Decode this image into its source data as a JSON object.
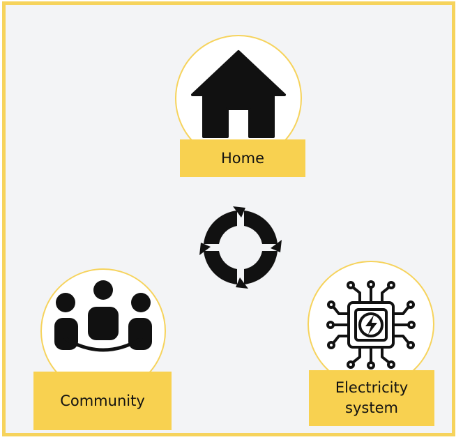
{
  "colors": {
    "background": "#f3f4f6",
    "frame": "#f6d35c",
    "label_bg": "#f8d150",
    "icon": "#111111"
  },
  "nodes": {
    "home": {
      "label": "Home",
      "icon": "house-icon"
    },
    "community": {
      "label": "Community",
      "icon": "people-group-icon"
    },
    "electricity": {
      "label_line1": "Electricity",
      "label_line2": "system",
      "icon": "circuit-bolt-icon"
    }
  },
  "center": {
    "icon": "cycle-arrows-icon"
  }
}
